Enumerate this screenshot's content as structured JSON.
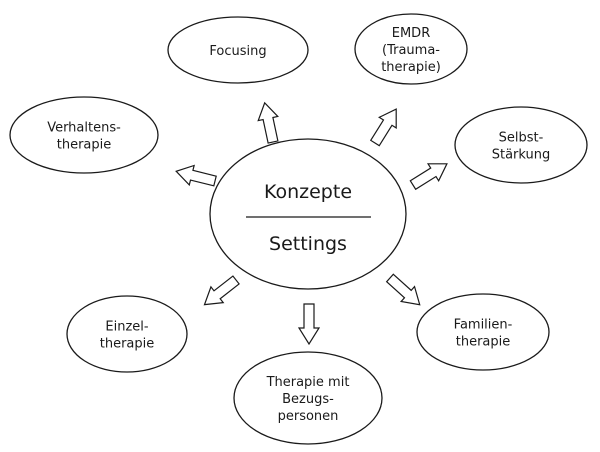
{
  "center": {
    "top_label": "Konzepte",
    "bottom_label": "Settings"
  },
  "nodes": [
    {
      "id": "focusing",
      "lines": [
        "Focusing"
      ]
    },
    {
      "id": "emdr",
      "lines": [
        "EMDR",
        "(Trauma-",
        "therapie)"
      ]
    },
    {
      "id": "verhaltenstherapie",
      "lines": [
        "Verhaltens-",
        "therapie"
      ]
    },
    {
      "id": "selbststaerkung",
      "lines": [
        "Selbst-",
        "Stärkung"
      ]
    },
    {
      "id": "einzeltherapie",
      "lines": [
        "Einzel-",
        "therapie"
      ]
    },
    {
      "id": "familientherapie",
      "lines": [
        "Familien-",
        "therapie"
      ]
    },
    {
      "id": "bezugspersonen",
      "lines": [
        "Therapie mit",
        "Bezugs-",
        "personen"
      ]
    }
  ]
}
